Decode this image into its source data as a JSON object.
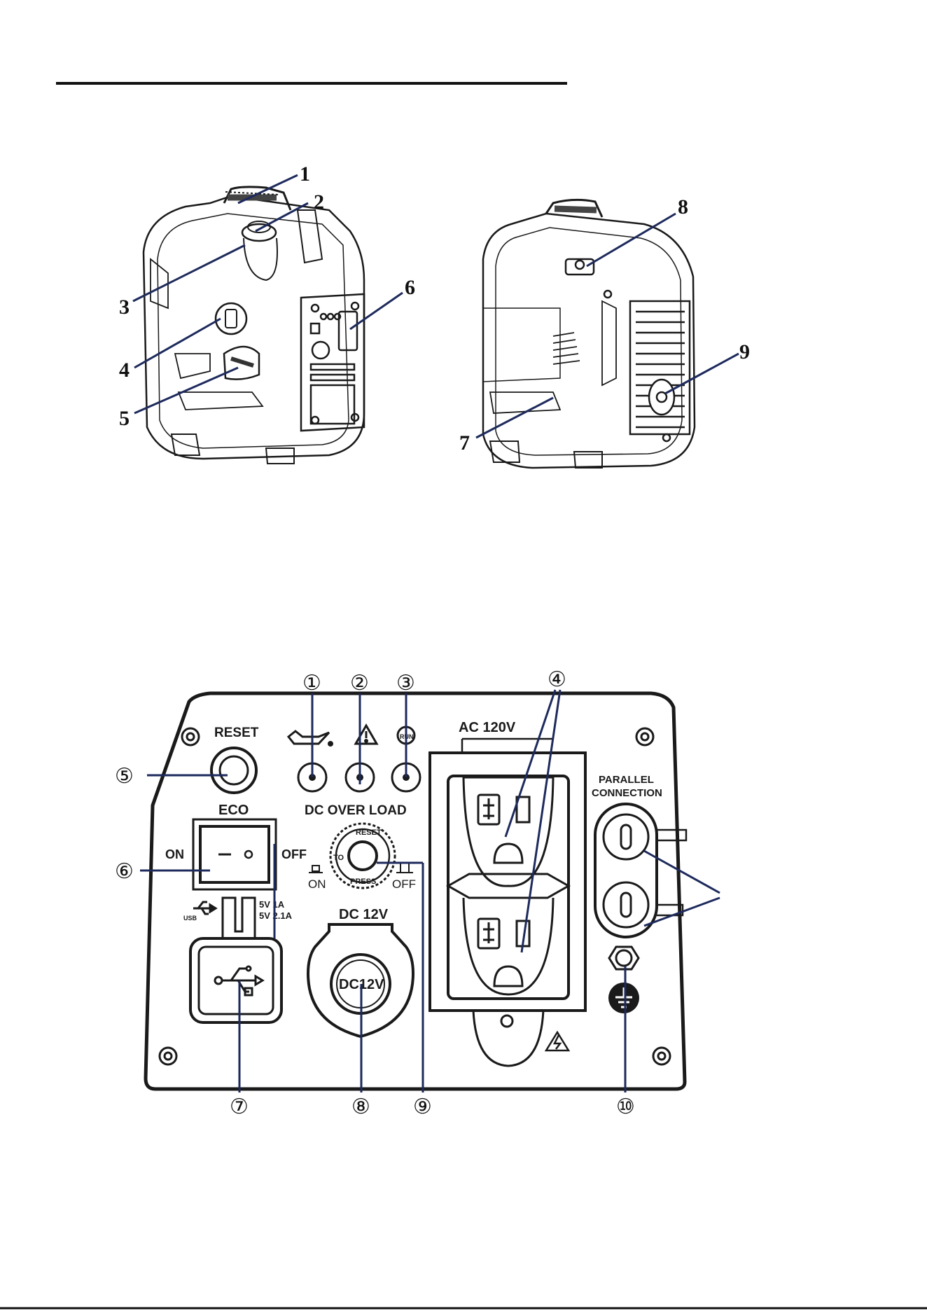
{
  "generators": {
    "front_callouts": [
      "1",
      "2",
      "3",
      "4",
      "5",
      "6"
    ],
    "rear_callouts": [
      "7",
      "8",
      "9"
    ]
  },
  "panel": {
    "callouts": [
      "①",
      "②",
      "③",
      "④",
      "⑤",
      "⑥",
      "⑦",
      "⑧",
      "⑨",
      "⑩"
    ],
    "labels": {
      "reset": "RESET",
      "eco": "ECO",
      "on": "ON",
      "off": "OFF",
      "dc_overload": "DC OVER LOAD",
      "breaker_on": "ON",
      "breaker_off": "OFF",
      "usb_small": "USB",
      "usb_rating_1": "5V 1A",
      "usb_rating_2": "5V 2.1A",
      "dc12v": "DC 12V",
      "dc12v_socket": "DC12V",
      "ac120v": "AC 120V",
      "parallel_1": "PARALLEL",
      "parallel_2": "CONNECTION",
      "ring_reset": "RESET",
      "ring_to": "TO",
      "ring_press": "PRESS"
    }
  }
}
